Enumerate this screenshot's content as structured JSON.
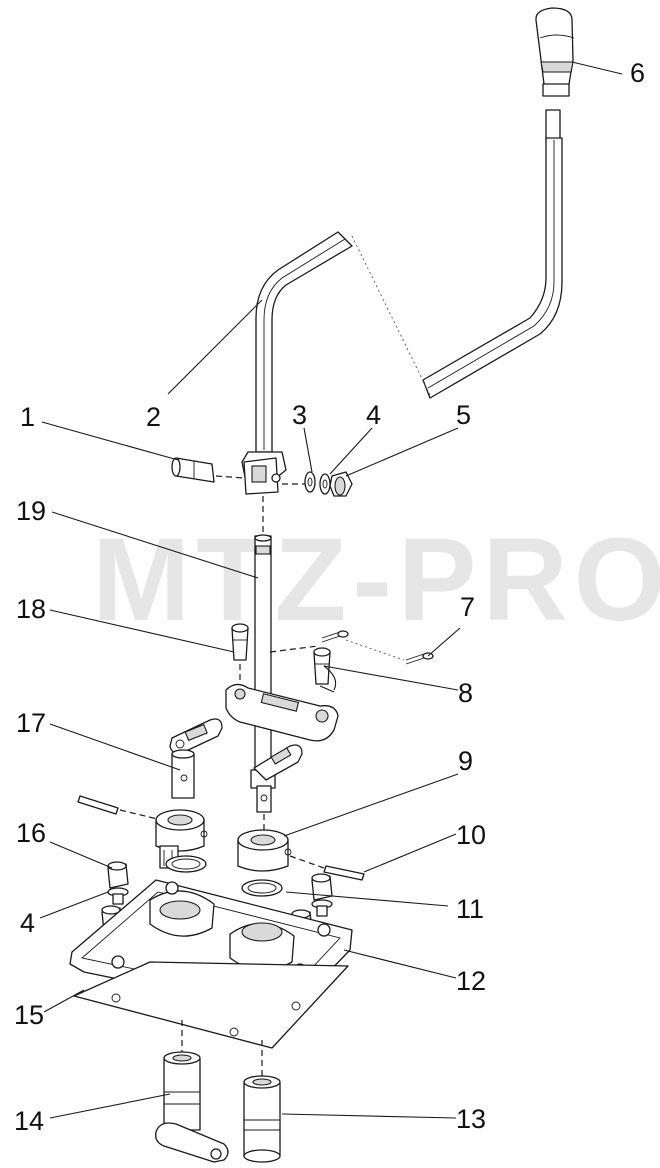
{
  "watermark": "MTZ-PRO",
  "callouts": {
    "c1": "1",
    "c2": "2",
    "c3": "3",
    "c4a": "4",
    "c4b": "4",
    "c5": "5",
    "c6": "6",
    "c7": "7",
    "c8": "8",
    "c9": "9",
    "c10": "10",
    "c11": "11",
    "c12": "12",
    "c13": "13",
    "c14": "14",
    "c15": "15",
    "c16": "16",
    "c17": "17",
    "c18": "18",
    "c19": "19"
  },
  "colors": {
    "line": "#1a1a1a",
    "shade": "#d9d9d9",
    "watermark": "#e6e6e6"
  }
}
